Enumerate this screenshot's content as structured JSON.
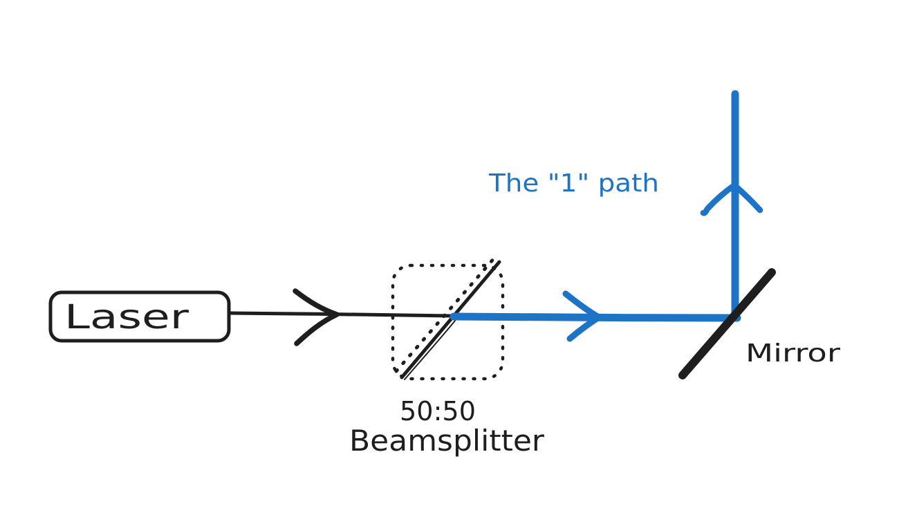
{
  "colors": {
    "background": "#ffffff",
    "ink": "#1e1e1e",
    "beam_blue": "#1d73c5"
  },
  "labels": {
    "laser": "Laser",
    "beamsplitter_ratio": "50:50",
    "beamsplitter": "Beamsplitter",
    "path_one": "The \"1\" path",
    "mirror": "Mirror"
  }
}
